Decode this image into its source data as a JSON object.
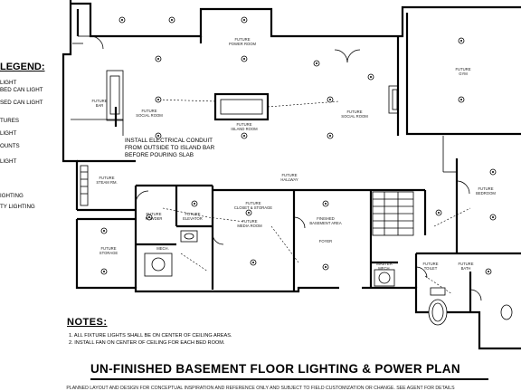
{
  "title": "UN-FINISHED BASEMENT FLOOR LIGHTING & POWER PLAN",
  "legend": {
    "title": "LEGEND:",
    "items": [
      "LIGHT",
      "BED CAN LIGHT",
      "SED CAN LIGHT",
      "TURES",
      "LIGHT",
      "OUNTS",
      "LIGHT",
      "IGHTING",
      "TY LIGHTING"
    ]
  },
  "notes": {
    "title": "NOTES:",
    "items": [
      "1.   ALL FIXTURE LIGHTS SHALL BE ON CENTER OF CEILING AREAS.",
      "2.   INSTALL FAN ON CENTER OF CEILING FOR EACH BED ROOM."
    ]
  },
  "disclaimer": "PLANNED LAYOUT AND DESIGN FOR CONCEPTUAL INSPIRATION AND REFERENCE ONLY AND SUBJECT TO FIELD CUSTOMIZATION OR CHANGE. SEE AGENT FOR DETAILS",
  "callout": [
    "INSTALL ELECTRICAL CONDUIT",
    "FROM OUTSIDE TO ISLAND BAR",
    "BEFORE POURING SLAB"
  ],
  "rooms": {
    "power_room": [
      "FUTURE",
      "POWER ROOM"
    ],
    "gym": [
      "FUTURE",
      "GYM"
    ],
    "bar": [
      "FUTURE",
      "BAR"
    ],
    "social_room_left": [
      "FUTURE",
      "SOCIAL ROOM"
    ],
    "island_room": [
      "FUTURE",
      "ISLAND ROOM"
    ],
    "social_room_right": [
      "FUTURE",
      "SOCIAL ROOM"
    ],
    "hallway": [
      "FUTURE",
      "HALLWAY"
    ],
    "bedroom": [
      "FUTURE",
      "BEDROOM"
    ],
    "steam_rm": [
      "FUTURE",
      "STEAM RM."
    ],
    "powder": [
      "FUTURE",
      "POWDER"
    ],
    "elevator": [
      "FUTURE",
      "ELEVATOR"
    ],
    "media_room": [
      "FUTURE",
      "MEDIA ROOM"
    ],
    "basement": [
      "FINISHED",
      "BASEMENT AREA"
    ],
    "foyer": "FOYER",
    "storage": [
      "FUTURE",
      "STORAGE"
    ],
    "mech": "MECH.",
    "master_mech": [
      "MASTER",
      "MECH."
    ],
    "toilet": [
      "FUTURE",
      "TOILET"
    ],
    "bath": [
      "FUTURE",
      "BATH"
    ],
    "closet": [
      "FUTURE",
      "CLOSET & STORAGE"
    ]
  }
}
